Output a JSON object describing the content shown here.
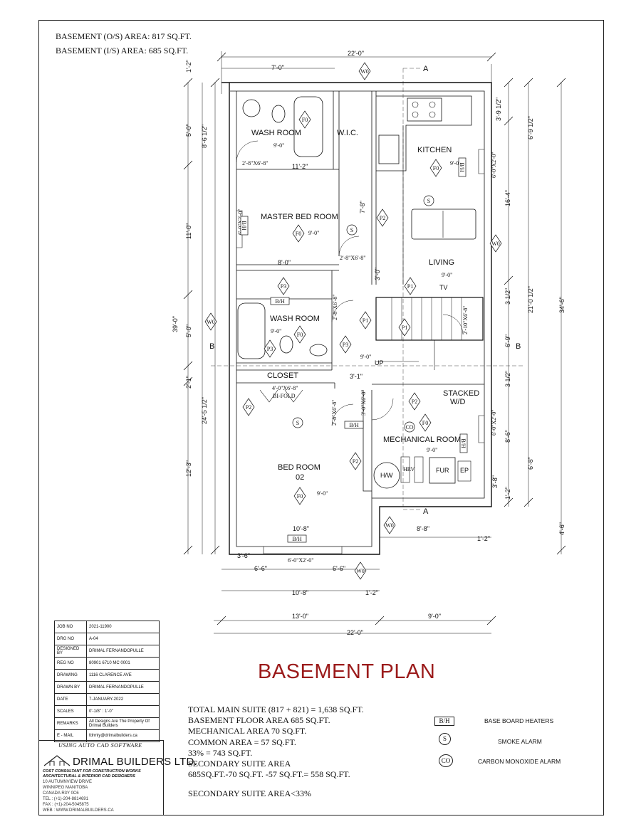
{
  "area_notes": [
    "BASEMENT (O/S) AREA: 817 SQ.FT.",
    "BASEMENT (I/S) AREA: 685 SQ.FT."
  ],
  "title": "BASEMENT PLAN",
  "rooms": {
    "wash_room_1": "WASH ROOM",
    "wic": "W.I.C.",
    "kitchen": "KITCHEN",
    "master_bed": "MASTER BED ROOM",
    "living": "LIVING",
    "wash_room_2": "WASH ROOM",
    "closet": "CLOSET",
    "stacked_1": "STACKED",
    "stacked_2": "W/D",
    "mechanical": "MECHANICAL ROOM",
    "bed_1": "BED ROOM",
    "bed_2": "02",
    "up": "UP",
    "tv": "TV",
    "hw": "H/W",
    "fur": "FUR",
    "ep": "EP",
    "hrv": "HRV"
  },
  "ceiling_heights": {
    "h9": "9'-0\"",
    "h9b": "9'-0\""
  },
  "dimensions": {
    "top_total": "22'-0\"",
    "top_7": "7'-0\"",
    "d11_2": "11'-2\"",
    "d8_0": "8'-0\"",
    "d7_8": "7'-8\"",
    "d3_0": "3'-0\"",
    "d3_1": "3'-1\"",
    "d10_8a": "10'-8\"",
    "d8_8": "8'-8\"",
    "d3_6": "3'-6\"",
    "d6_6a": "6'-6\"",
    "d6_6b": "6'-6\"",
    "d10_8b": "10'-8\"",
    "d1_2": "1'-2\"",
    "d1_2b": "1'-2\"",
    "d13_0": "13'-0\"",
    "d9_0": "9'-0\"",
    "bottom_total": "22'-0\"",
    "left_1_2": "1'-2\"",
    "left_5_0a": "5'-0\"",
    "left_8_6h": "8'-6 1/2\"",
    "left_11_0": "11'-0\"",
    "left_39_0": "39'-0\"",
    "left_5_0b": "5'-0\"",
    "left_2_1": "2'-1\"",
    "left_24_5h": "24'-5 1/2\"",
    "left_12_3": "12'-3\"",
    "right_3_9h": "3'-9 1/2\"",
    "right_6_9h": "6'-9 1/2\"",
    "right_16_4": "16'-4\"",
    "right_21_0h": "21'-0 1/2\"",
    "right_34_6": "34'-6\"",
    "right_3_1h": "3 1/2\"",
    "right_6_9": "6'-9\"",
    "right_3_1hb": "3 1/2\"",
    "right_8_6": "8'-6\"",
    "right_6_8": "6'-8\"",
    "right_3_8": "3'-8\"",
    "right_1_2": "1'-2\"",
    "right_4_6": "4'-6\""
  },
  "window_tags": {
    "w_door_1": "2'-8\"X6'-8\"",
    "w_door_2": "2'-8\"X6'-8\"",
    "w_door_3": "2'-8\"X6'-8\"",
    "w_door_4": "2'-8\"X6'-8\"",
    "w_door_5": "3'-0\"X6'-8\"",
    "w_door_6": "2'-10\"X6'-8\"",
    "bifold": "4'-0\"X6'-8\"",
    "bifold2": "BI-FOLD",
    "win_6x2a": "6'-0\"X2'-0\"",
    "win_6x2b": "6'-0\"X2'-0\"",
    "win_6x2c": "6'-0\"X2'-0\"",
    "win_6x2d": "6'-0\"X2'-0\""
  },
  "markers": {
    "a_top": "A",
    "a_bottom": "A",
    "b_left": "B",
    "b_right": "B"
  },
  "symbols": {
    "w0": "W0",
    "f0": "F0",
    "p1": "P1",
    "p2": "P2",
    "p3": "P3",
    "s": "S",
    "co": "CO",
    "bh": "B/H"
  },
  "title_block": [
    {
      "k": "JOB NO",
      "v": "2021-11900"
    },
    {
      "k": "DRG NO",
      "v": "A-04"
    },
    {
      "k": "DESIGNED BY",
      "v": "DRIMAL FERNANDOPULLE"
    },
    {
      "k": "REG NO",
      "v": "80901 6710 MC 0001"
    },
    {
      "k": "DRAWING",
      "v": "1116 CLARENCE AVE"
    },
    {
      "k": "DRAWN BY",
      "v": "DRIMAL FERNANDOPULLE"
    },
    {
      "k": "DATE",
      "v": "7-JANUARY-2022"
    },
    {
      "k": "SCALES",
      "v": "0'-1/8\" : 1'-0\""
    },
    {
      "k": "REMARKS",
      "v": "All Designs Are The Property Of Drimal Builders"
    },
    {
      "k": "E - MAIL",
      "v": "fdrmly@drimalbuilders.ca"
    }
  ],
  "auto_cad": "USING AUTO CAD SOFTWARE",
  "company": {
    "name": "DRIMAL BUILDERS LTD.",
    "tagline_1": "COST CONSULTANT FOR CONSTRUCTION WORKS",
    "tagline_2": "ARCHITECTURAL & INTERIOR CAD DESIGNERS",
    "addr_1": "10 AUTUMNVIEW DRIVE",
    "addr_2": "WINNIPEG MANITOBA",
    "addr_3": "CANADA R3Y 0C6",
    "tel": "TEL : (+1)-204-8814691",
    "fax": "FAX : (+1)-204-5045875",
    "web": "WEB : WWW.DRIMALBUILDERS.CA"
  },
  "summary": [
    "TOTAL MAIN SUITE (817 + 821) = 1,638 SQ.FT.",
    "BASEMENT FLOOR AREA 685 SQ.FT.",
    "MECHANICAL AREA 70 SQ.FT.",
    "COMMON AREA =  57 SQ.FT.",
    "33% = 743 SQ.FT.",
    "SECONDARY SUITE AREA",
    "685SQ.FT.-70 SQ.FT. -57 SQ.FT.= 558 SQ.FT."
  ],
  "summary_last": "SECONDARY SUITE AREA<33%",
  "legend": [
    {
      "sym": "B/H",
      "label": "BASE BOARD HEATERS"
    },
    {
      "sym": "S",
      "label": "SMOKE ALARM"
    },
    {
      "sym": "CO",
      "label": "CARBON MONOXIDE ALARM"
    }
  ]
}
